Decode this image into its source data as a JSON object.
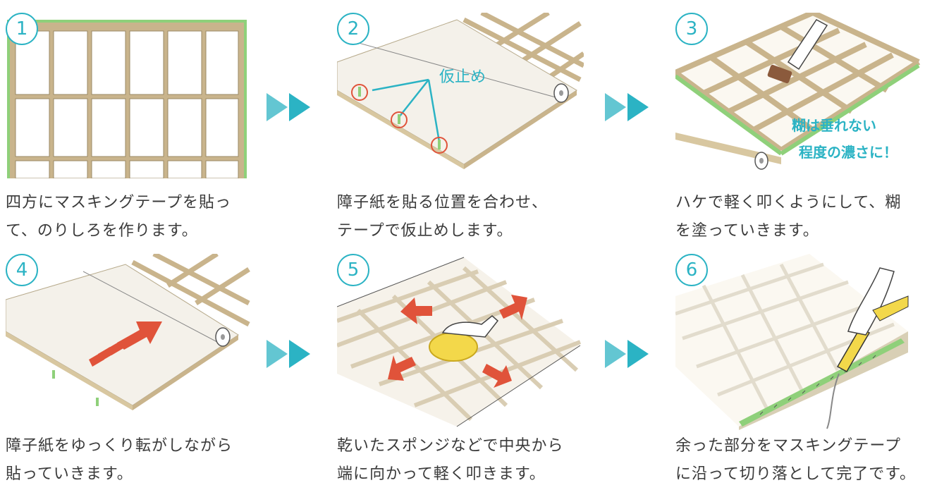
{
  "steps": [
    {
      "num": "1",
      "caption": [
        "四方にマスキングテープを貼っ",
        "て、のりしろを作ります。"
      ]
    },
    {
      "num": "2",
      "caption": [
        "障子紙を貼る位置を合わせ、",
        "テープで仮止めします。"
      ],
      "note": "仮止め"
    },
    {
      "num": "3",
      "caption": [
        "ハケで軽く叩くようにして、糊",
        "を塗っていきます。"
      ],
      "note": [
        "糊は垂れない",
        "程度の濃さに！"
      ]
    },
    {
      "num": "4",
      "caption": [
        "障子紙をゆっくり転がしながら",
        "貼っていきます。"
      ]
    },
    {
      "num": "5",
      "caption": [
        "乾いたスポンジなどで中央から",
        "端に向かって軽く叩きます。"
      ]
    },
    {
      "num": "6",
      "caption": [
        "余った部分をマスキングテープ",
        "に沿って切り落として完了です。"
      ]
    }
  ],
  "colors": {
    "accent": "#2bb3c4",
    "frame": "#c9b48c",
    "tape": "#8fd07a",
    "arrow_red": "#e0533a"
  }
}
